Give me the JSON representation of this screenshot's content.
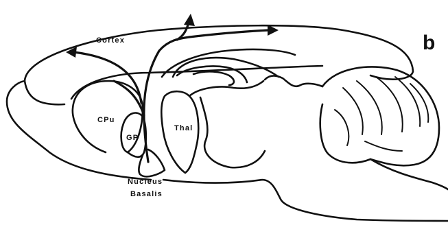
{
  "figure": {
    "panel_letter": "b",
    "labels": {
      "cortex": "Cortex",
      "cpu": "CPu",
      "gp": "GP",
      "thal": "Thal",
      "nucleus": "Nucleus",
      "basalis": "Basalis"
    }
  },
  "colors": {
    "ink": "#111111",
    "background": "#ffffff"
  }
}
